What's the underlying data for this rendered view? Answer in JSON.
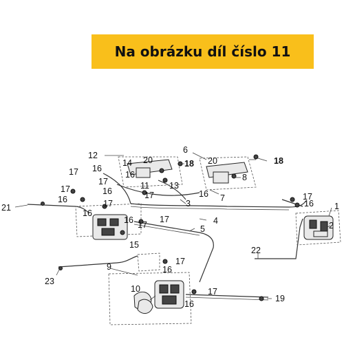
{
  "banner": {
    "text": "Na obrázku díl číslo 11",
    "color": "#f9bf1b"
  },
  "callouts": {
    "c1": "1",
    "c2": "2",
    "c3": "3",
    "c4": "4",
    "c5": "5",
    "c6": "6",
    "c7": "7",
    "c8": "8",
    "c9": "9",
    "c10": "10",
    "c11": "11",
    "c12": "12",
    "c13": "13",
    "c14": "14",
    "c15": "15",
    "c16": "16",
    "c17": "17",
    "c18": "18",
    "c19": "19",
    "c20": "20",
    "c21": "21",
    "c22": "22",
    "c23": "23"
  }
}
